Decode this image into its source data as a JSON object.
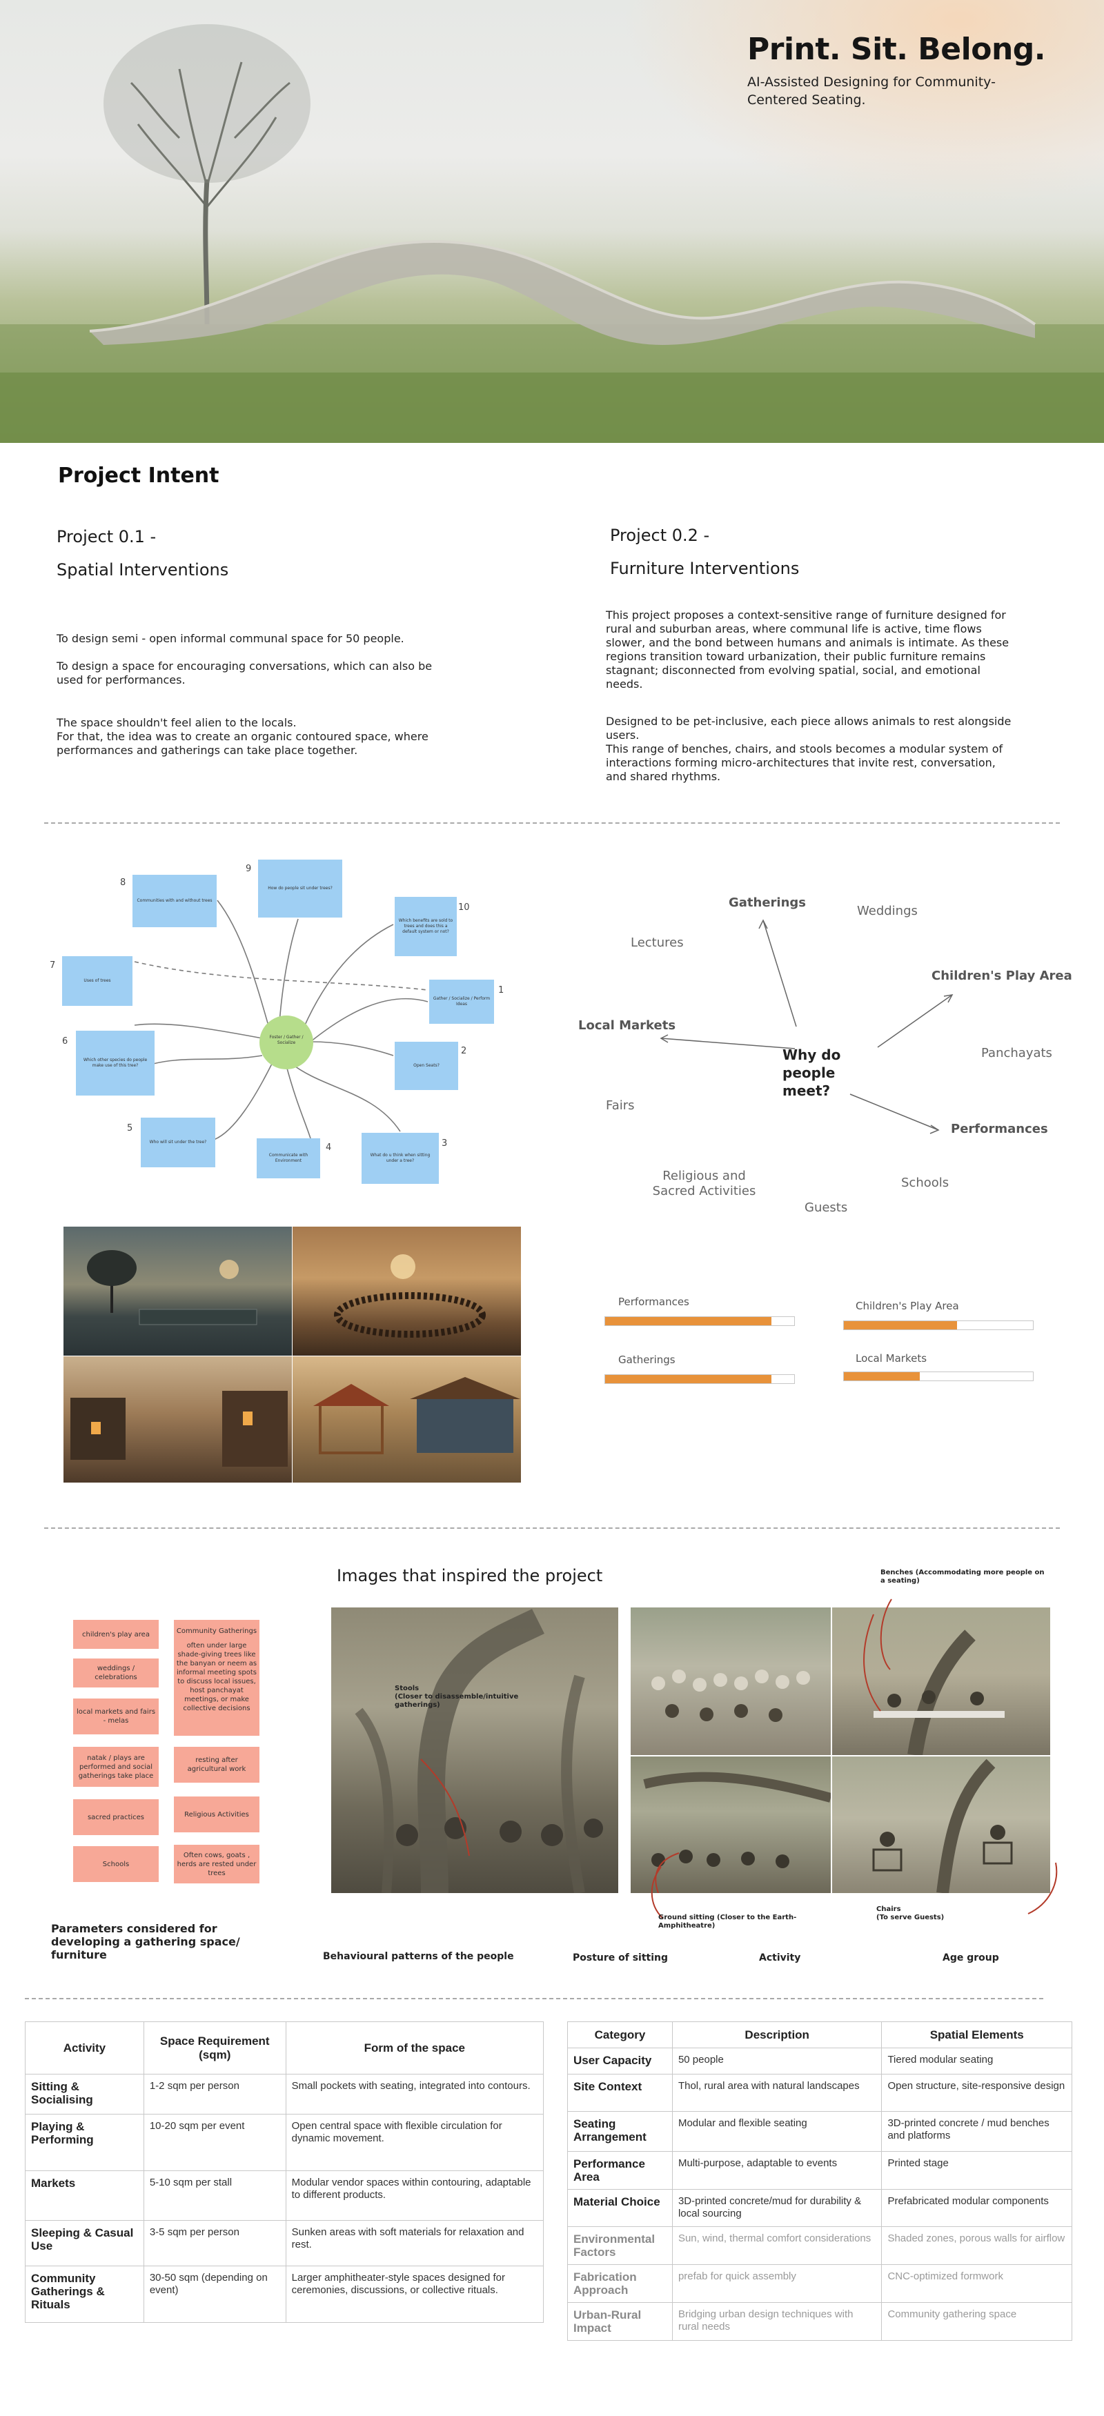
{
  "hero": {
    "title": "Print. Sit. Belong.",
    "subtitle": "AI-Assisted Designing for Community-Centered Seating."
  },
  "intent": {
    "title": "Project Intent",
    "p1": {
      "label": "Project 0.1 -",
      "name": "Spatial Interventions",
      "para1": "To design semi - open informal communal space for 50 people.",
      "para2": "To design a space for encouraging conversations, which can also be used for performances.",
      "para3": "The space shouldn't feel alien to the locals.\nFor that, the idea was to create an organic contoured space, where performances and gatherings can take place together."
    },
    "p2": {
      "label": "Project 0.2 -",
      "name": "Furniture Interventions",
      "para1": "This project proposes a context-sensitive range of furniture designed for rural and suburban areas, where communal life is active, time flows slower, and the bond between humans and animals is intimate. As these regions transition toward urbanization, their public furniture remains stagnant; disconnected from evolving spatial, social, and emotional needs.",
      "para2": "Designed to be pet-inclusive, each piece allows animals to rest alongside users.\nThis range of benches, chairs, and stools becomes a modular system of interactions forming micro-architectures that invite rest, conversation, and shared rhythms."
    }
  },
  "mindmap": {
    "center": "Foster / Gather / Socialize",
    "notes": [
      {
        "n": "1",
        "text": "Gather / Socialize / Perform Ideas"
      },
      {
        "n": "2",
        "text": "Open Seats?"
      },
      {
        "n": "3",
        "text": "What do u think when sitting under a tree?"
      },
      {
        "n": "4",
        "text": "Communicate with Environment"
      },
      {
        "n": "5",
        "text": "Who will sit under the tree?"
      },
      {
        "n": "6",
        "text": "Which other species do people make use of this tree?"
      },
      {
        "n": "7",
        "text": "Uses of trees"
      },
      {
        "n": "8",
        "text": "Communities with and without trees"
      },
      {
        "n": "9",
        "text": "How do people sit under trees?"
      },
      {
        "n": "10",
        "text": "Which benefits are sold to trees and does this a default system or not?"
      }
    ]
  },
  "why": {
    "question": "Why do people meet?",
    "words": [
      "Gatherings",
      "Weddings",
      "Lectures",
      "Children's Play Area",
      "Local Markets",
      "Panchayats",
      "Fairs",
      "Performances",
      "Religious and Sacred Activities",
      "Schools",
      "Guests"
    ]
  },
  "bars": [
    {
      "label": "Performances",
      "value": 0.88
    },
    {
      "label": "Children's Play Area",
      "value": 0.6
    },
    {
      "label": "Gatherings",
      "value": 0.88
    },
    {
      "label": "Local Markets",
      "value": 0.4
    }
  ],
  "inspiration": {
    "title": "Images that inspired the project",
    "params_caption": "Parameters considered for developing a gathering space/ furniture",
    "params_left": [
      "children's play area",
      "weddings / celebrations",
      "local markets and fairs - melas",
      "natak / plays are performed and social gatherings take place",
      "sacred practices",
      "Schools"
    ],
    "params_right": [
      "Community Gatherings",
      "often under large shade-giving trees like the banyan or neem as informal meeting spots to discuss local issues, host panchayat meetings, or make collective decisions",
      "resting after agricultural work",
      "Religious Activities",
      "Often cows, goats , herds are rested under trees"
    ],
    "annot_stools": "Stools\n(Closer to disassemble/intuitive gatherings)",
    "annot_benches": "Benches (Accommodating more people on a seating)",
    "annot_ground": "Ground sitting (Closer to the Earth- Amphitheatre)",
    "annot_chairs": "Chairs\n(To serve Guests)",
    "cap_behaviour": "Behavioural patterns of the people",
    "cap_posture": "Posture of sitting",
    "cap_activity": "Activity",
    "cap_age": "Age group"
  },
  "table1": {
    "headers": [
      "Activity",
      "Space Requirement (sqm)",
      "Form of the space"
    ],
    "rows": [
      [
        "Sitting & Socialising",
        "1-2 sqm per person",
        "Small pockets with seating, integrated into contours."
      ],
      [
        "Playing & Performing",
        "10-20 sqm per event",
        "Open central space with flexible circulation for dynamic movement."
      ],
      [
        "Markets",
        "5-10 sqm per stall",
        "Modular vendor spaces within contouring, adaptable to different products."
      ],
      [
        "Sleeping & Casual Use",
        "3-5 sqm per person",
        "Sunken areas with soft materials for relaxation and rest."
      ],
      [
        "Community Gatherings & Rituals",
        "30-50 sqm (depending on event)",
        "Larger amphitheater-style spaces designed for ceremonies, discussions, or collective rituals."
      ]
    ]
  },
  "table2": {
    "headers": [
      "Category",
      "Description",
      "Spatial Elements"
    ],
    "rows": [
      [
        "User Capacity",
        "50 people",
        "Tiered modular seating"
      ],
      [
        "Site Context",
        "Thol, rural area with natural landscapes",
        "Open structure, site-responsive design"
      ],
      [
        "Seating Arrangement",
        "Modular and flexible seating",
        "3D-printed concrete / mud benches and platforms"
      ],
      [
        "Performance Area",
        "Multi-purpose, adaptable to events",
        "Printed stage"
      ],
      [
        "Material Choice",
        "3D-printed concrete/mud for durability & local sourcing",
        "Prefabricated modular components"
      ],
      [
        "Environmental Factors",
        "Sun, wind, thermal comfort considerations",
        "Shaded zones, porous walls for airflow"
      ],
      [
        "Fabrication Approach",
        "prefab for quick assembly",
        "CNC-optimized formwork"
      ],
      [
        "Urban-Rural Impact",
        "Bridging urban design techniques with rural needs",
        "Community gathering space"
      ]
    ]
  },
  "colors": {
    "accent": "#e8923a",
    "sticky": "#9fcff3",
    "pill": "#f7a897"
  }
}
